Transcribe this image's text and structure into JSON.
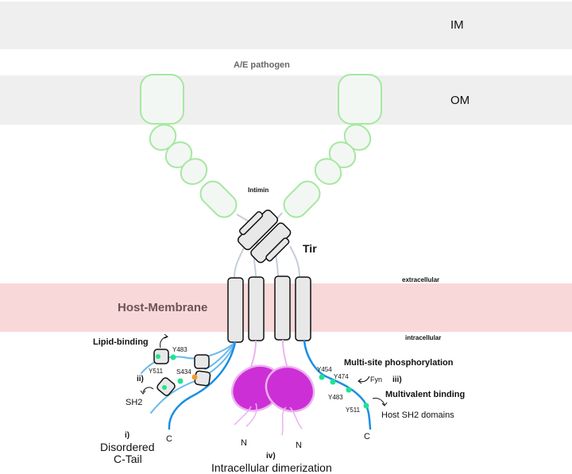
{
  "title": "Tir-Intimin interaction schematic",
  "colors": {
    "membrane_band": "#efefef",
    "host_membrane": "#f9d8d9",
    "intimin_stroke": "#a6e8a0",
    "intimin_fill": "#f3f7f4",
    "tir_fill": "#e8e8e8",
    "tail_blue": "#1a8fe3",
    "tail_light_blue": "#69b9ee",
    "dimer_magenta": "#cc2fd6",
    "dimer_outline": "#ecb2ef",
    "phospho_green": "#1fe38f",
    "phospho_orange": "#f29b2a"
  },
  "bands": {
    "im_label": "IM",
    "om_label": "OM",
    "pathogen_label": "A/E pathogen"
  },
  "proteins": {
    "intimin_label": "Intimin",
    "tir_label": "Tir"
  },
  "membrane": {
    "label": "Host-Membrane",
    "extracellular_label": "extracellular",
    "intracellular_label": "intracellular"
  },
  "left_tail": {
    "lipid_binding_label": "Lipid-binding",
    "sites": [
      "Y483",
      "Y511",
      "S434"
    ],
    "ii_label": "ii)",
    "sh2_label": "SH2",
    "c_label": "C",
    "i_label": "i)",
    "disordered_label_1": "Disordered",
    "disordered_label_2": "C-Tail"
  },
  "dimer": {
    "n_left": "N",
    "n_right": "N",
    "iv_label": "iv)",
    "dimerization_label": "Intracellular dimerization"
  },
  "right_tail": {
    "sites": [
      "Y454",
      "Y474",
      "Y483",
      "Y511"
    ],
    "multisite_label": "Multi-site phosphorylation",
    "fyn_label": "Fyn",
    "iii_label": "iii)",
    "multivalent_label": "Multivalent binding",
    "host_sh2_label": "Host SH2 domains",
    "c_label": "C"
  }
}
